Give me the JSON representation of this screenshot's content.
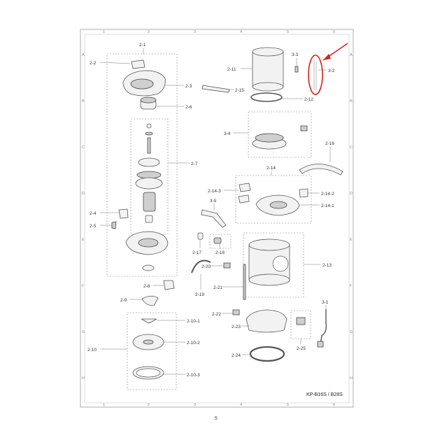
{
  "grid": {
    "columns": [
      "1",
      "2",
      "3",
      "4",
      "5",
      "6"
    ],
    "rows": [
      "A",
      "B",
      "C",
      "D",
      "E",
      "F",
      "G",
      "H"
    ]
  },
  "model_label": "KP-B16S / B28S",
  "page_number": "5",
  "callouts": [
    {
      "id": "2-1",
      "text": "2-1"
    },
    {
      "id": "2-2",
      "text": "2-2"
    },
    {
      "id": "2-3",
      "text": "2-3"
    },
    {
      "id": "2-6",
      "text": "2-6"
    },
    {
      "id": "2-7",
      "text": "2-7"
    },
    {
      "id": "2-4",
      "text": "2-4"
    },
    {
      "id": "2-5",
      "text": "2-5"
    },
    {
      "id": "2-8",
      "text": "2-8"
    },
    {
      "id": "2-9",
      "text": "2-9"
    },
    {
      "id": "2-10-1",
      "text": "2-10-1"
    },
    {
      "id": "2-10",
      "text": "2-10"
    },
    {
      "id": "2-10-2",
      "text": "2-10-2"
    },
    {
      "id": "2-10-3",
      "text": "2-10-3"
    },
    {
      "id": "2-11",
      "text": "2-11"
    },
    {
      "id": "3-3",
      "text": "3-3"
    },
    {
      "id": "3-2",
      "text": "3-2"
    },
    {
      "id": "2-15",
      "text": "2-15"
    },
    {
      "id": "2-12",
      "text": "2-12"
    },
    {
      "id": "3-4",
      "text": "3-4"
    },
    {
      "id": "2-16",
      "text": "2-16"
    },
    {
      "id": "2-14",
      "text": "2-14"
    },
    {
      "id": "2-14-3",
      "text": "2-14-3"
    },
    {
      "id": "2-14-2",
      "text": "2-14-2"
    },
    {
      "id": "2-14-1",
      "text": "2-14-1"
    },
    {
      "id": "3-5",
      "text": "3-5"
    },
    {
      "id": "2-17",
      "text": "2-17"
    },
    {
      "id": "2-18",
      "text": "2-18"
    },
    {
      "id": "2-13",
      "text": "2-13"
    },
    {
      "id": "2-20",
      "text": "2-20"
    },
    {
      "id": "2-19",
      "text": "2-19"
    },
    {
      "id": "2-21",
      "text": "2-21"
    },
    {
      "id": "2-22",
      "text": "2-22"
    },
    {
      "id": "3-1",
      "text": "3-1"
    },
    {
      "id": "2-23",
      "text": "2-23"
    },
    {
      "id": "2-25",
      "text": "2-25"
    },
    {
      "id": "2-24",
      "text": "2-24"
    }
  ],
  "highlight_color": "#d62020"
}
